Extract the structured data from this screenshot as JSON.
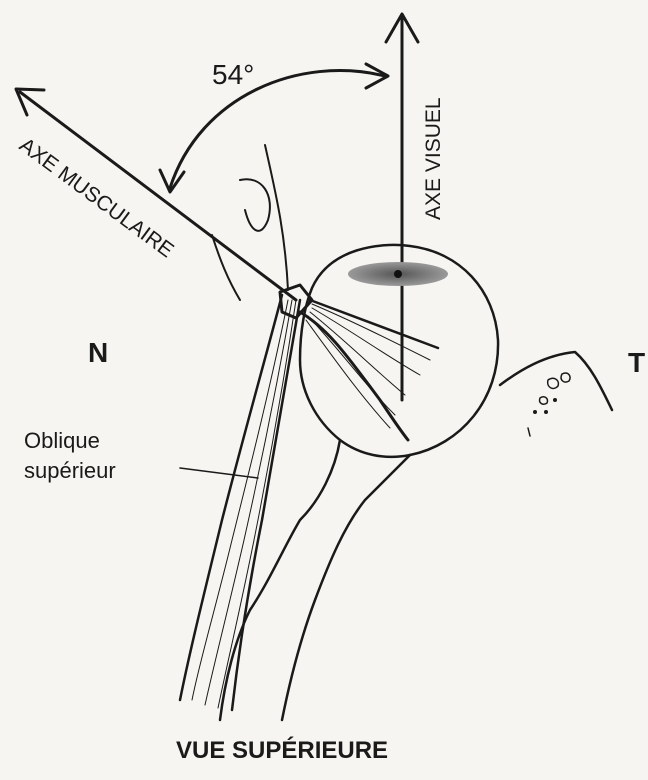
{
  "labels": {
    "angle": "54°",
    "visual_axis": "AXE VISUEL",
    "muscle_axis": "AXE MUSCULAIRE",
    "nasal": "N",
    "temporal": "T",
    "muscle_line1": "Oblique",
    "muscle_line2": "supérieur",
    "view": "VUE SUPÉRIEURE"
  }
}
